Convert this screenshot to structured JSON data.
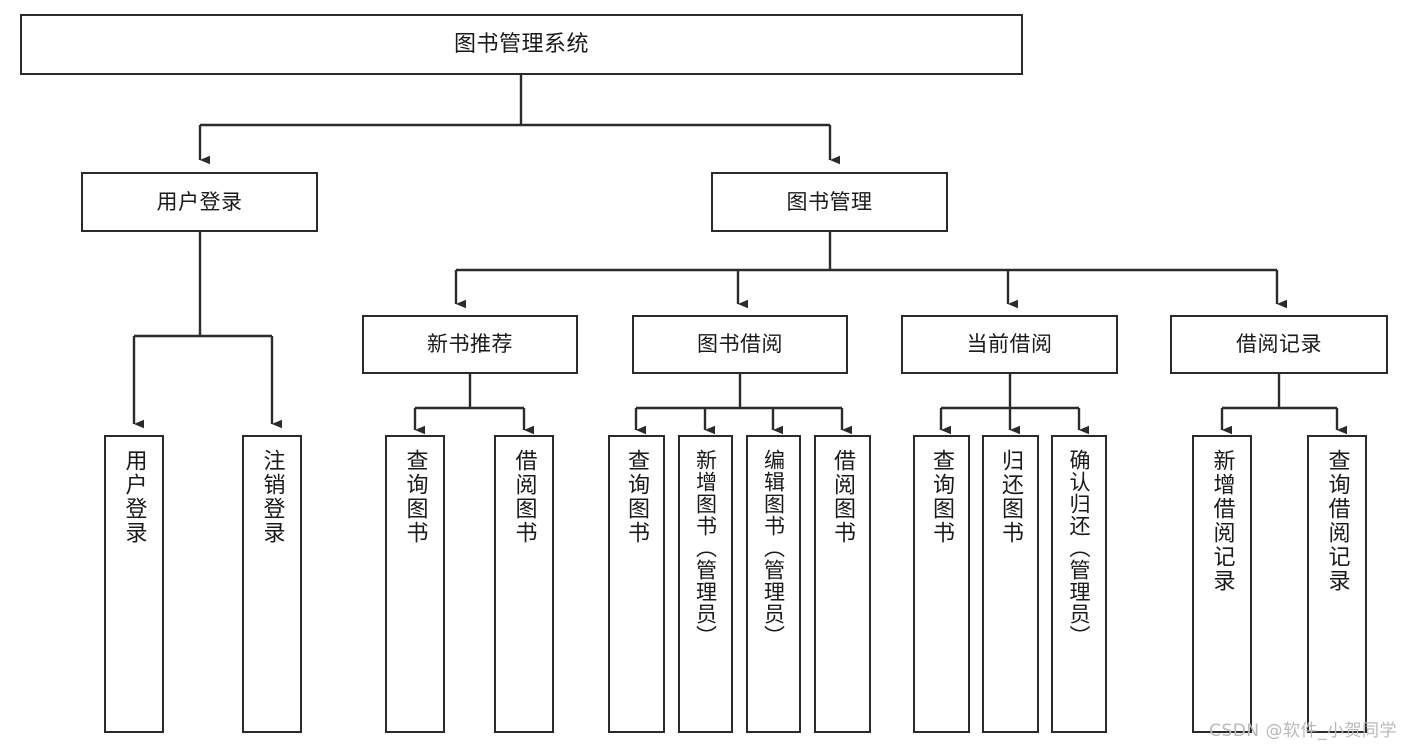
{
  "diagram": {
    "title": "图书管理系统",
    "watermark": "CSDN @软件_小贺同学",
    "stroke_color": "#2b2b2b",
    "background_color": "#ffffff",
    "text_color": "#1a1a1a",
    "type": "tree-hierarchy-diagram",
    "levels": 4
  },
  "nodes": {
    "root": {
      "label": "图书管理系统",
      "level": 1
    },
    "tier2": [
      {
        "id": "user-login",
        "label": "用户登录",
        "level": 2
      },
      {
        "id": "book-manage",
        "label": "图书管理",
        "level": 2
      }
    ],
    "tier3": [
      {
        "id": "new-book-recommend",
        "label": "新书推荐",
        "level": 3,
        "parent": "book-manage"
      },
      {
        "id": "book-borrow",
        "label": "图书借阅",
        "level": 3,
        "parent": "book-manage"
      },
      {
        "id": "current-borrow",
        "label": "当前借阅",
        "level": 3,
        "parent": "book-manage"
      },
      {
        "id": "borrow-record",
        "label": "借阅记录",
        "level": 3,
        "parent": "book-manage"
      }
    ],
    "leaves": {
      "user_login": [
        {
          "id": "leaf-user-login",
          "label": "用户登录"
        },
        {
          "id": "leaf-user-logout",
          "label": "注销登录"
        }
      ],
      "new_book_recommend": [
        {
          "id": "leaf-query-book-1",
          "label": "查询图书"
        },
        {
          "id": "leaf-borrow-book-1",
          "label": "借阅图书"
        }
      ],
      "book_borrow": [
        {
          "id": "leaf-query-book-2",
          "label": "查询图书"
        },
        {
          "id": "leaf-add-book",
          "label": "新增图书（管理员）"
        },
        {
          "id": "leaf-edit-book",
          "label": "编辑图书（管理员）"
        },
        {
          "id": "leaf-borrow-book-2",
          "label": "借阅图书"
        }
      ],
      "current_borrow": [
        {
          "id": "leaf-query-book-3",
          "label": "查询图书"
        },
        {
          "id": "leaf-return-book",
          "label": "归还图书"
        },
        {
          "id": "leaf-confirm-return",
          "label": "确认归还（管理员）"
        }
      ],
      "borrow_record": [
        {
          "id": "leaf-add-record",
          "label": "新增借阅记录"
        },
        {
          "id": "leaf-query-record",
          "label": "查询借阅记录"
        }
      ]
    }
  }
}
